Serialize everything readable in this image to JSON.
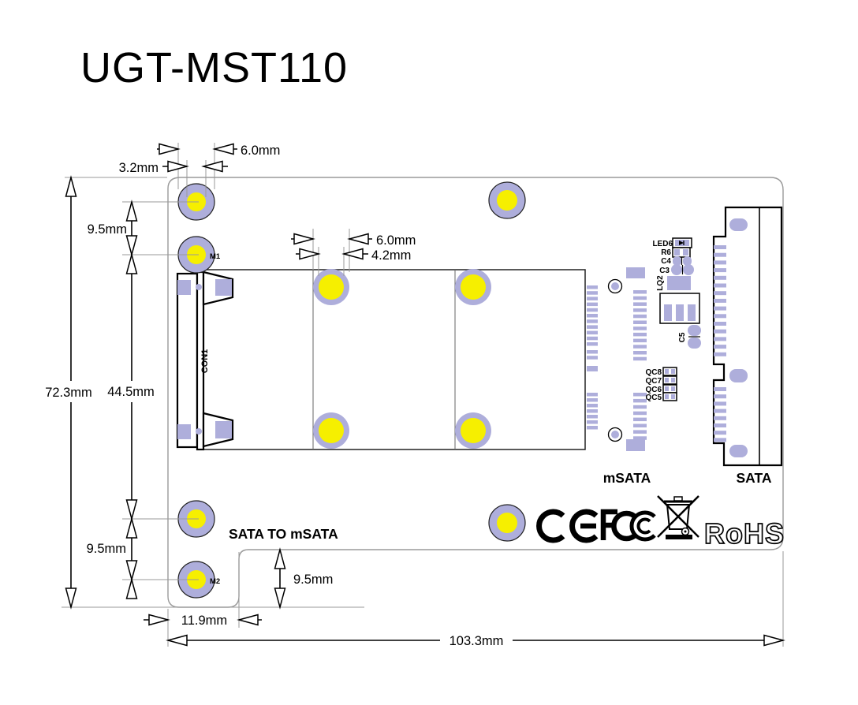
{
  "title": "UGT-MST110",
  "colors": {
    "pad": "#aeaedb",
    "drill": "#f6ef00",
    "boardEdge": "#9a9a9a",
    "ink": "#000000"
  },
  "dimensions": {
    "drill_top": "3.2mm",
    "pad_outer_top": "6.0mm",
    "hole_pitch_top": "9.5mm",
    "pad_outer_mid": "6.0mm",
    "drill_mid": "4.2mm",
    "board_height": "72.3mm",
    "connector_span": "44.5mm",
    "hole_pitch_bottom": "9.5mm",
    "step_height": "9.5mm",
    "tab_width": "11.9mm",
    "board_width": "103.3mm"
  },
  "silkscreen": {
    "product": "SATA TO mSATA",
    "msata": "mSATA",
    "sata": "SATA",
    "con1": "CON1",
    "m1": "M1",
    "m2": "M2"
  },
  "components": {
    "led6": "LED6",
    "r6": "R6",
    "c4": "C4",
    "c3": "C3",
    "lq2": "LQ2",
    "c5": "C5",
    "qc8": "QC8",
    "qc7": "QC7",
    "qc6": "QC6",
    "qc5": "QC5"
  },
  "certifications": {
    "ce": "CE",
    "fcc": "FC",
    "weee_icon": "weee-crossed-bin-icon",
    "rohs": "RoHS"
  }
}
